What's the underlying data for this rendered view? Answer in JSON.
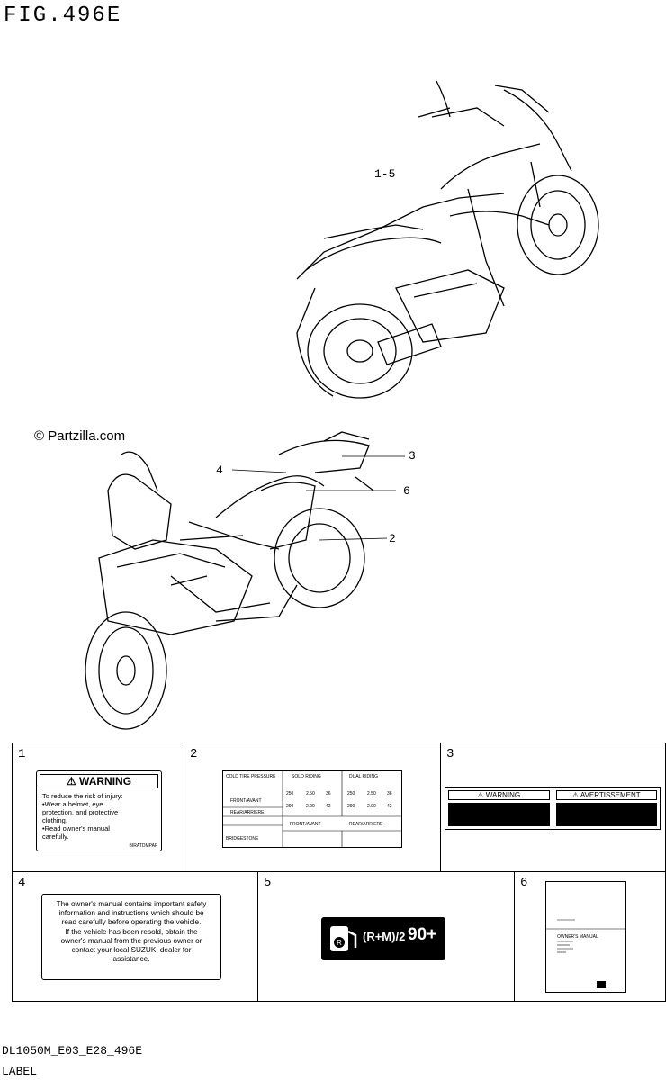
{
  "figure": {
    "title": "FIG.496E",
    "watermark": "© Partzilla.com",
    "upper_callout": "1-5",
    "callouts": [
      "3",
      "4",
      "6",
      "2"
    ]
  },
  "labels": [
    {
      "number": "1",
      "name": "warning-label"
    },
    {
      "number": "2",
      "name": "tire-info-label"
    },
    {
      "number": "3",
      "name": "warning-avertissement-label"
    },
    {
      "number": "4",
      "name": "owners-manual-label"
    },
    {
      "number": "5",
      "name": "fuel-label"
    },
    {
      "number": "6",
      "name": "owners-manual-booklet"
    }
  ],
  "label1": {
    "heading": "WARNING",
    "body": "To reduce the risk of injury:\n•Wear a helmet, eye\n  protection, and protective\n  clothing.\n•Read owner's manual\n  carefully.",
    "code": "BIRATDMPAF"
  },
  "label2": {
    "header_left": "COLD TIRE PRESSURE",
    "header_mid": "SOLO RIDING",
    "header_right": "DUAL RIDING",
    "rows": [
      "FRONT/AVANT",
      "REAR/ARRIERE"
    ],
    "values": [
      "250",
      "2.50",
      "36",
      "250",
      "2.50",
      "36",
      "290",
      "2.90",
      "42",
      "290",
      "2.90",
      "42"
    ],
    "brand": "BRIDGESTONE",
    "front_label": "FRONT/AVANT",
    "rear_label": "REAR/ARRIERE"
  },
  "label3": {
    "left_heading": "WARNING",
    "right_heading": "AVERTISSEMENT"
  },
  "label4": {
    "text": "The owner's manual contains important safety\ninformation and instructions which should be\nread carefully before operating the vehicle.\nIf the vehicle has been resold, obtain the\nowner's manual from the previous owner or\ncontact your local SUZUKI dealer for\nassistance."
  },
  "label5": {
    "grade": "(R+M)/2",
    "octane": "90+"
  },
  "label6": {
    "title": "OWNER'S MANUAL"
  },
  "footer": {
    "model_code": "DL1050M_E03_E28_496E",
    "category": "LABEL"
  }
}
